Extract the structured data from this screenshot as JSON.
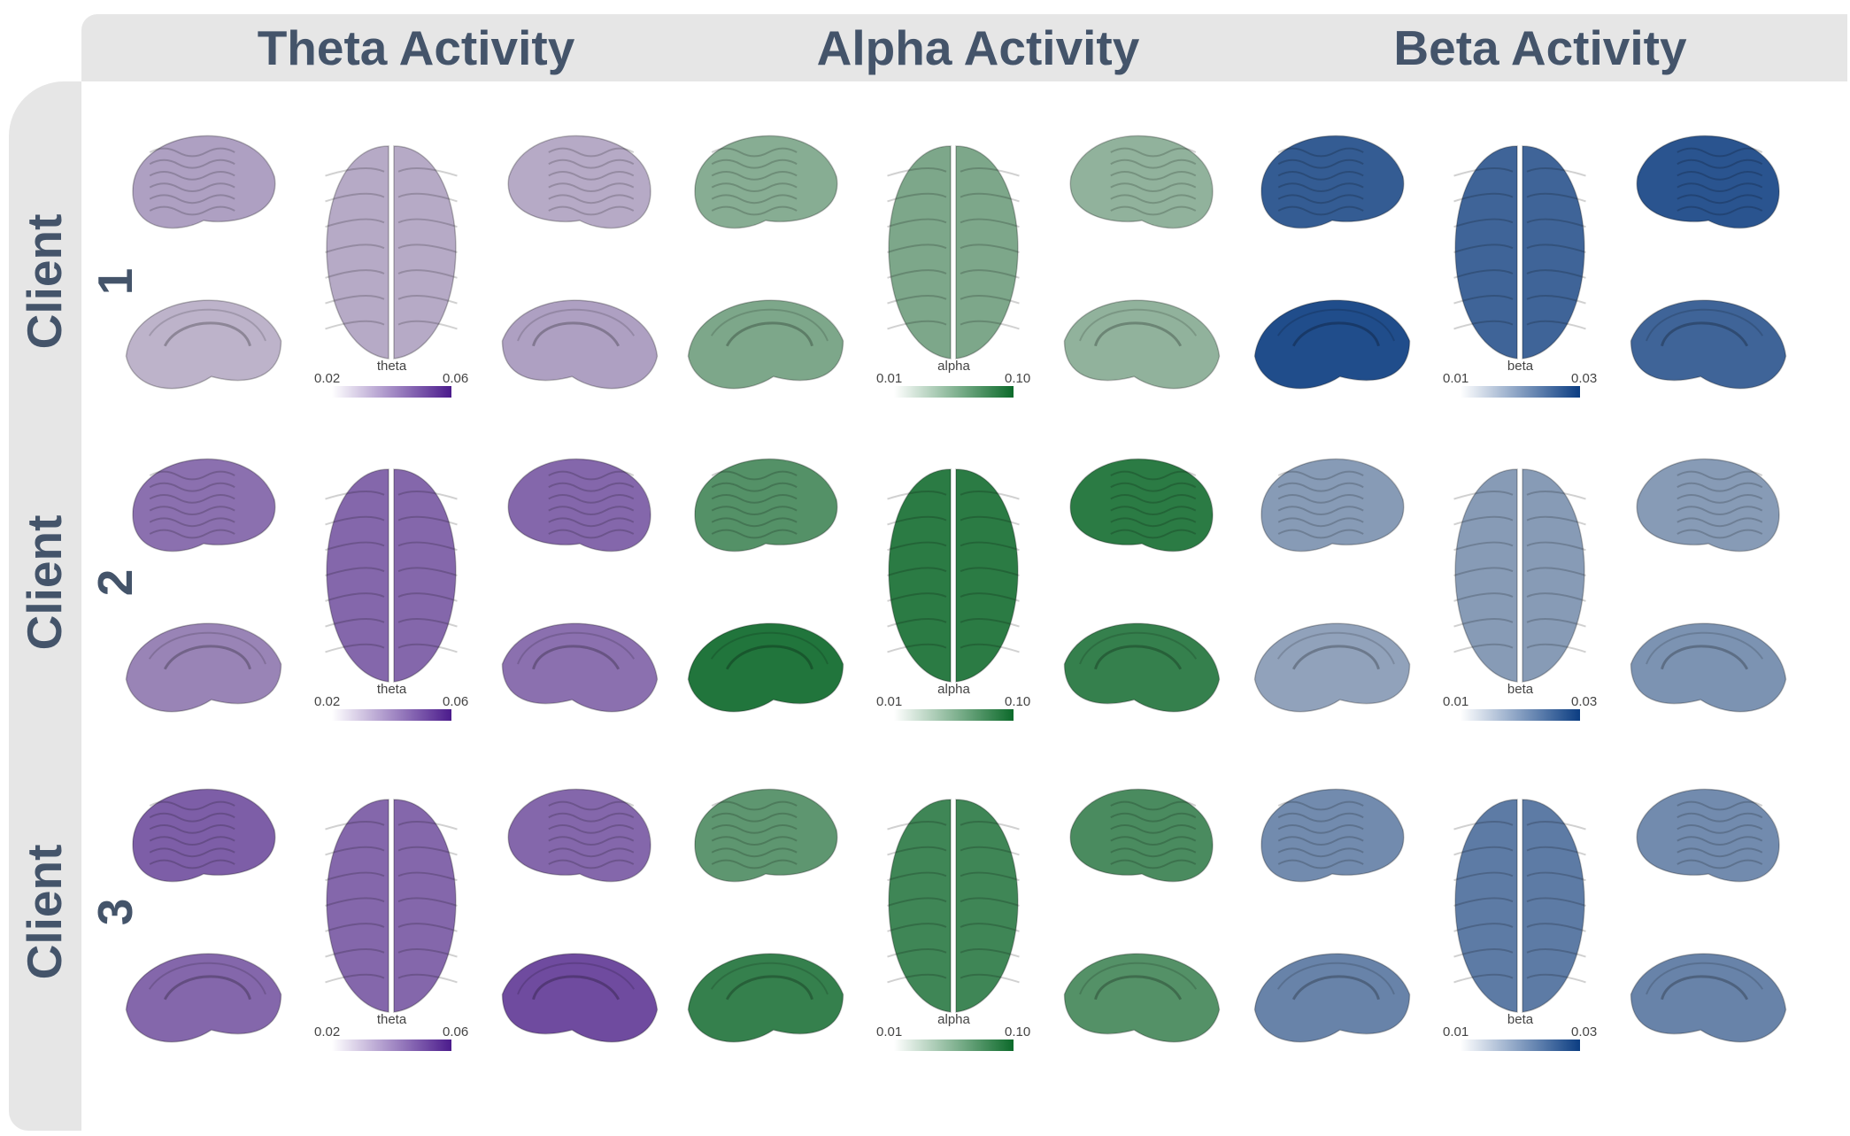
{
  "columns": [
    {
      "title": "Theta Activity",
      "measure": "theta",
      "min_label": "0.02",
      "max_label": "0.06",
      "color": "#4b1b8c",
      "light": "#e3e0ee"
    },
    {
      "title": "Alpha Activity",
      "measure": "alpha",
      "min_label": "0.01",
      "max_label": "0.10",
      "color": "#0c6a2a",
      "light": "#dcefd6"
    },
    {
      "title": "Beta Activity",
      "measure": "beta",
      "min_label": "0.01",
      "max_label": "0.03",
      "color": "#0b3d82",
      "light": "#dbe7f3"
    }
  ],
  "rows": [
    {
      "title": "Client 1"
    },
    {
      "title": "Client 2"
    },
    {
      "title": "Client 3"
    }
  ],
  "activation_levels": [
    [
      {
        "left_lat": 0.3,
        "left_med": 0.2,
        "top": 0.25,
        "right_lat": 0.25,
        "right_med": 0.3
      },
      {
        "left_lat": 0.4,
        "left_med": 0.45,
        "top": 0.45,
        "right_lat": 0.35,
        "right_med": 0.35
      },
      {
        "left_lat": 0.8,
        "left_med": 0.9,
        "top": 0.75,
        "right_lat": 0.85,
        "right_med": 0.75
      }
    ],
    [
      {
        "left_lat": 0.55,
        "left_med": 0.45,
        "top": 0.6,
        "right_lat": 0.6,
        "right_med": 0.55
      },
      {
        "left_lat": 0.65,
        "left_med": 0.9,
        "top": 0.85,
        "right_lat": 0.85,
        "right_med": 0.8
      },
      {
        "left_lat": 0.4,
        "left_med": 0.35,
        "top": 0.4,
        "right_lat": 0.4,
        "right_med": 0.45
      }
    ],
    [
      {
        "left_lat": 0.65,
        "left_med": 0.6,
        "top": 0.6,
        "right_lat": 0.6,
        "right_med": 0.75
      },
      {
        "left_lat": 0.6,
        "left_med": 0.8,
        "top": 0.75,
        "right_lat": 0.7,
        "right_med": 0.65
      },
      {
        "left_lat": 0.5,
        "left_med": 0.55,
        "top": 0.6,
        "right_lat": 0.5,
        "right_med": 0.55
      }
    ]
  ]
}
